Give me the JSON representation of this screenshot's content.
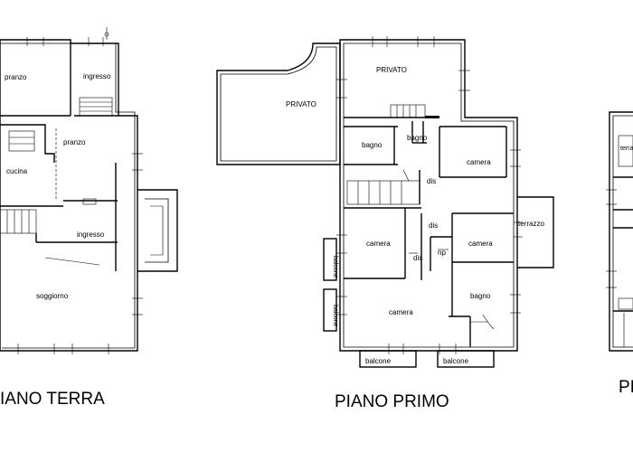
{
  "floors": [
    {
      "title": "IANO TERRA",
      "rooms": [
        "pranzo",
        "ingresso",
        "pranzo",
        "cucina",
        "ingresso",
        "soggiorno"
      ]
    },
    {
      "title": "PIANO PRIMO",
      "rooms": [
        "PRIVATO",
        "PRIVATO",
        "bagno",
        "bagno",
        "camera",
        "dis",
        "dis",
        "dis",
        "np",
        "camera",
        "camera",
        "terrazzo",
        "camera",
        "bagno"
      ],
      "balconies": [
        "balcone",
        "balcone",
        "balcone",
        "balcone"
      ]
    },
    {
      "title": "PI",
      "rooms": [
        "terrazo"
      ]
    }
  ]
}
